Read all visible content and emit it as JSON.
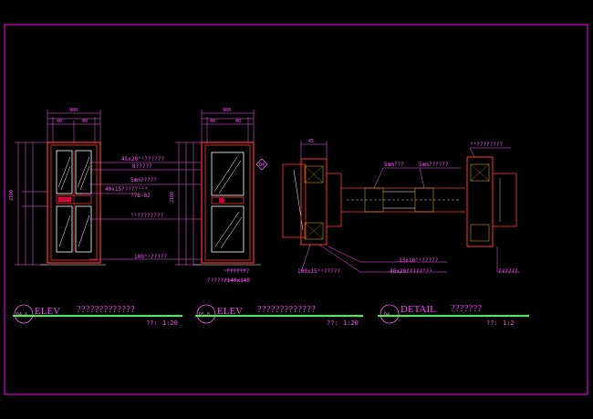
{
  "drawing": {
    "views": [
      {
        "tag": "D4-A",
        "title": "ELEV",
        "title_note": "?????????????",
        "scale_label": "??:",
        "scale_value": "1:20"
      },
      {
        "tag": "D5-B",
        "title": "ELEV",
        "title_note": "?????????????",
        "scale_label": "??:",
        "scale_value": "1:20"
      },
      {
        "tag": "D4",
        "title": "DETAIL",
        "title_note": "???????",
        "scale_label": "??:",
        "scale_value": "1:2"
      }
    ],
    "annotations": {
      "a1": "45x20⁹¹??????",
      "a2": "8?????",
      "a3": "5mm?????",
      "a4": "40x15?????¹¹¹",
      "a5": "??B-02",
      "a6": "⁹¹????????",
      "a7": "100⁹¹?????",
      "a8": "???????",
      "a9": "??????140x140",
      "d1": "5mm???",
      "d2": "5mm??????",
      "d3": "⁹¹????????",
      "d4": "33x10⁹¹?????",
      "d5": "40x20?????⁹¹¹",
      "d6": "100x15⁹¹?????",
      "d7": "??????"
    },
    "colors": {
      "frame": "#ff00ff",
      "door": "#ff3333",
      "glass": "#ffffff",
      "hatch": "#c8a000",
      "title_line": "#33ff33",
      "leader": "#ff55ff"
    }
  }
}
